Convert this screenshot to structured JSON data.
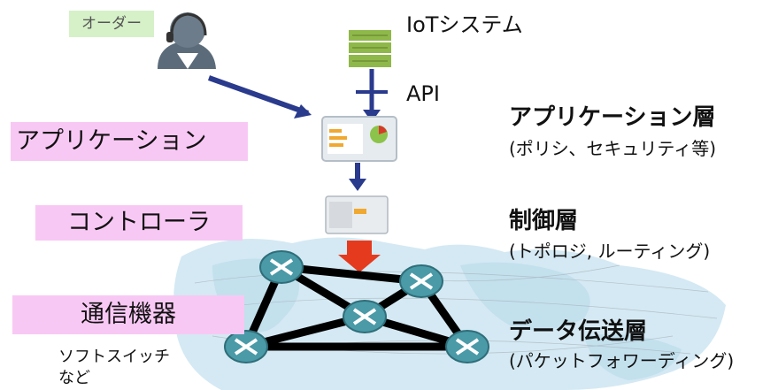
{
  "order": {
    "label": "オーダー"
  },
  "iot": {
    "label": "IoTシステム"
  },
  "api": {
    "label": "API"
  },
  "left_boxes": {
    "application": "アプリケーション",
    "controller": "コントローラ",
    "device": "通信機器"
  },
  "device_note": {
    "line1": "ソフトスイッチ",
    "line2": "など"
  },
  "layers": [
    {
      "title": "アプリケーション層",
      "subtitle": "(ポリシ、セキュリティ等)"
    },
    {
      "title": "制御層",
      "subtitle": "(トポロジ, ルーティング)"
    },
    {
      "title": "データ伝送層",
      "subtitle": "(パケットフォワーディング)"
    }
  ],
  "colors": {
    "arrow": "#2a3a8c",
    "down_arrow": "#e53a1e",
    "left_box_bg": "#f8c8f4",
    "order_bg": "#d6f0c8",
    "router": "#4a9aa8",
    "link": "#000000"
  },
  "icons": [
    "operator-headset-icon",
    "server-rack-icon",
    "application-window-icon",
    "controller-server-icon",
    "router-icon",
    "world-map-background"
  ]
}
